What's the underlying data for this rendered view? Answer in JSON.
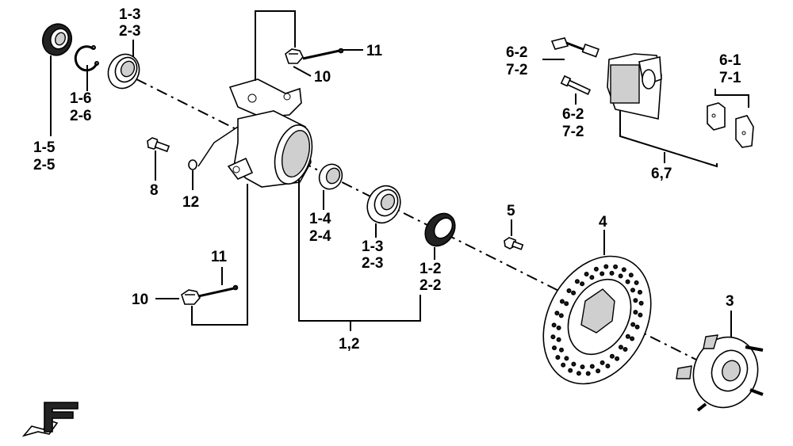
{
  "labels": {
    "l_1_3_top": "1-3",
    "l_2_3_top": "2-3",
    "l_1_6": "1-6",
    "l_2_6": "2-6",
    "l_1_5": "1-5",
    "l_2_5": "2-5",
    "l_8": "8",
    "l_12": "12",
    "l_11_top": "11",
    "l_10_top": "10",
    "l_11_bottom": "11",
    "l_10_bottom": "10",
    "l_1_4": "1-4",
    "l_2_4": "2-4",
    "l_1_3_mid": "1-3",
    "l_2_3_mid": "2-3",
    "l_1_2": "1-2",
    "l_2_2": "2-2",
    "l_1_2_group": "1,2",
    "l_5": "5",
    "l_4": "4",
    "l_3": "3",
    "l_6_2_a": "6-2",
    "l_7_2_a": "7-2",
    "l_6_2_b": "6-2",
    "l_7_2_b": "7-2",
    "l_6_1": "6-1",
    "l_7_1": "7-1",
    "l_6_7_group": "6,7"
  },
  "logo": {
    "text": "F"
  }
}
